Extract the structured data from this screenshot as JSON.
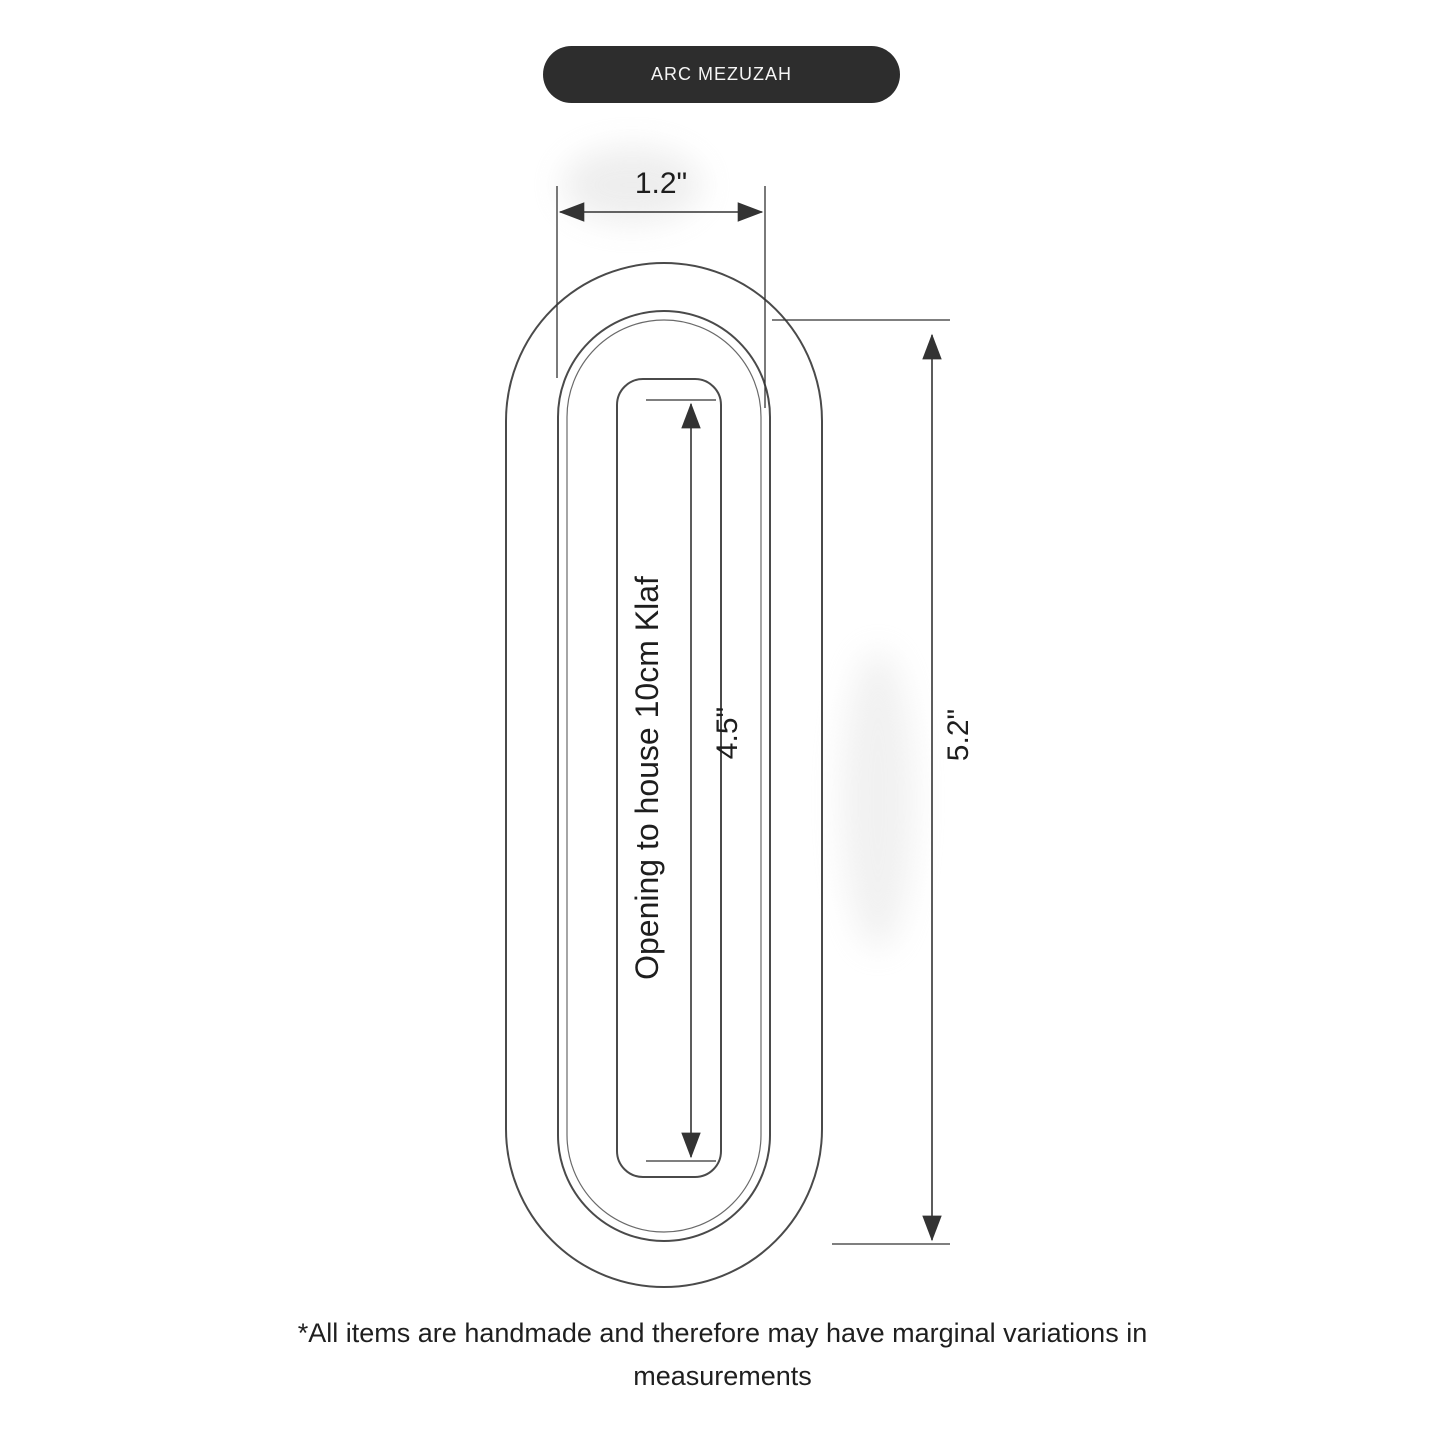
{
  "badge": {
    "label": "ARC MEZUZAH",
    "bg_color": "#2d2d2d",
    "text_color": "#f5f5f5"
  },
  "diagram": {
    "title": "Arc Mezuzah dimension drawing",
    "width_label": "1.2\"",
    "height_label": "5.2\"",
    "opening_height_label": "4.5\"",
    "opening_text": "Opening to house 10cm Klaf",
    "line_color": "#4a4a4a",
    "dimension_line_color": "#333333"
  },
  "footnote": {
    "line1": "*All items are handmade and therefore may have marginal variations in",
    "line2": "measurements"
  }
}
